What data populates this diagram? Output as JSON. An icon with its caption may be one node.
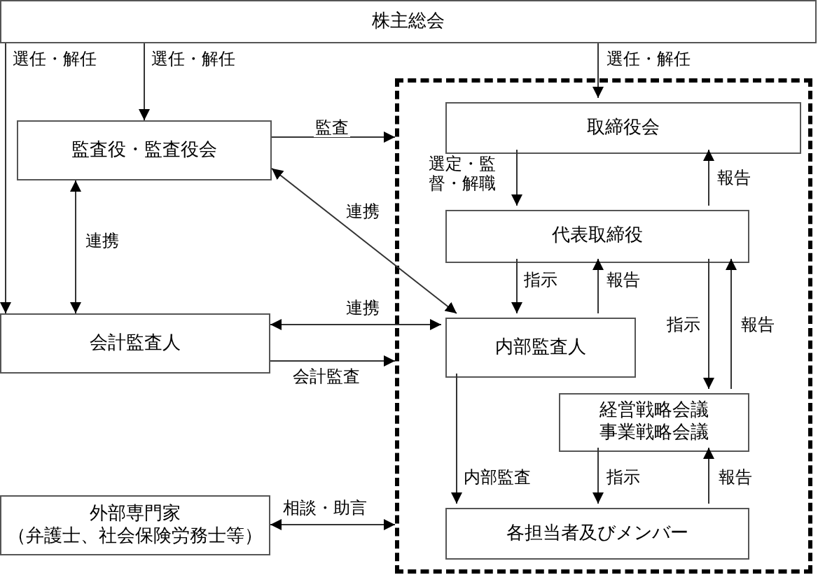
{
  "diagram": {
    "nodes": [
      {
        "text": [
          "株主総会"
        ]
      },
      {
        "text": [],
        "shape": "box"
      },
      {
        "text": [
          "監査役・監査役会"
        ]
      },
      {
        "text": [
          "取締役会"
        ],
        "in": 1
      },
      {
        "text": [
          "代表取締役"
        ],
        "in": 1
      },
      {
        "text": [
          "会計監査人"
        ]
      },
      {
        "text": [
          "内部監査人"
        ],
        "in": 1
      },
      {
        "text": [
          "経営戦略会議",
          "事業戦略会議"
        ],
        "in": 1
      },
      {
        "text": [
          "外部専門家",
          "（弁護士、社会保険労務士等）"
        ]
      },
      {
        "text": [
          "各担当者及びメンバー"
        ],
        "in": 1
      }
    ],
    "edges": [
      {
        "from": 0,
        "to": 5,
        "arrow": "to",
        "label": "選任・解任"
      },
      {
        "from": 0,
        "to": 2,
        "arrow": "to",
        "label": "選任・解任"
      },
      {
        "from": 0,
        "to": 3,
        "arrow": "to",
        "label": "選任・解任"
      },
      {
        "from": 2,
        "to": 1,
        "arrow": "to",
        "label": "監査"
      },
      {
        "from": 2,
        "to": 6,
        "arrow": "both",
        "label": "連携"
      },
      {
        "from": 5,
        "to": 2,
        "arrow": "both",
        "label": "連携"
      },
      {
        "from": 6,
        "to": 5,
        "arrow": "both",
        "label": "連携"
      },
      {
        "from": 5,
        "to": 1,
        "arrow": "to",
        "label": "会計監査"
      },
      {
        "from": 8,
        "to": 1,
        "arrow": "both",
        "label": "相談・助言"
      },
      {
        "from": 3,
        "to": 4,
        "arrow": "to",
        "label": "選定・監督・解職"
      },
      {
        "from": 4,
        "to": 3,
        "arrow": "to",
        "label": "報告"
      },
      {
        "from": 4,
        "to": 6,
        "arrow": "to",
        "label": "指示"
      },
      {
        "from": 6,
        "to": 4,
        "arrow": "to",
        "label": "報告"
      },
      {
        "from": 4,
        "to": 7,
        "arrow": "to",
        "label": "指示"
      },
      {
        "from": 7,
        "to": 4,
        "arrow": "to",
        "label": "報告"
      },
      {
        "from": 6,
        "to": 9,
        "arrow": "to",
        "label": "内部監査"
      },
      {
        "from": 7,
        "to": 9,
        "arrow": "to",
        "label": "指示"
      },
      {
        "from": 9,
        "to": 7,
        "arrow": "to",
        "label": "報告"
      }
    ]
  }
}
